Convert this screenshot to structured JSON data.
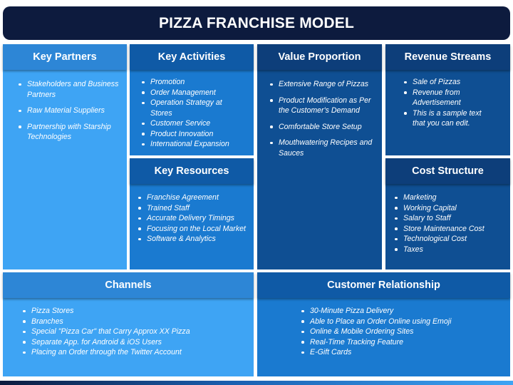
{
  "title": "PIZZA FRANCHISE MODEL",
  "sections": {
    "key_partners": {
      "heading": "Key Partners",
      "items": [
        "Stakeholders and Business Partners",
        "Raw Material Suppliers",
        "Partnership with Starship Technologies"
      ]
    },
    "key_activities": {
      "heading": "Key Activities",
      "items": [
        "Promotion",
        "Order Management",
        "Operation Strategy at Stores",
        "Customer Service",
        "Product Innovation",
        "International Expansion"
      ]
    },
    "key_resources": {
      "heading": "Key Resources",
      "items": [
        "Franchise Agreement",
        "Trained Staff",
        "Accurate Delivery Timings",
        "Focusing on the Local Market",
        "Software & Analytics"
      ]
    },
    "value_proposition": {
      "heading": "Value Proportion",
      "items": [
        "Extensive Range of Pizzas",
        "Product Modification as Per the Customer's Demand",
        "Comfortable Store Setup",
        "Mouthwatering Recipes and Sauces"
      ]
    },
    "revenue_streams": {
      "heading": "Revenue Streams",
      "items": [
        "Sale of Pizzas",
        "Revenue from Advertisement",
        "This is a sample text that you can edit."
      ]
    },
    "cost_structure": {
      "heading": "Cost Structure",
      "items": [
        "Marketing",
        "Working Capital",
        "Salary to Staff",
        "Store Maintenance Cost",
        "Technological Cost",
        "Taxes"
      ]
    },
    "channels": {
      "heading": "Channels",
      "items": [
        "Pizza Stores",
        "Branches",
        "Special \"Pizza Car\" that Carry Approx XX Pizza",
        "Separate App. for Android & iOS Users",
        "Placing an Order through the Twitter Account"
      ]
    },
    "customer_relationship": {
      "heading": "Customer Relationship",
      "items": [
        "30-Minute Pizza Delivery",
        "Able to Place an Order Online using Emoji",
        "Online & Mobile Ordering Sites",
        "Real-Time Tracking Feature",
        "E-Gift Cards"
      ]
    }
  },
  "colors": {
    "title_bg": "#0d1b3e",
    "light_body": "#3ea4f4",
    "mid_body": "#1a7ad0",
    "dark_body": "#0f4f93"
  }
}
